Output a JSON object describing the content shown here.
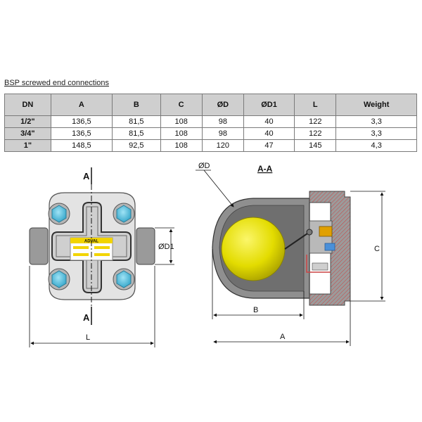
{
  "caption": "BSP screwed end connections",
  "table": {
    "headers": [
      "DN",
      "A",
      "B",
      "C",
      "ØD",
      "ØD1",
      "L",
      "Weight"
    ],
    "rows": [
      [
        "1/2\"",
        "136,5",
        "81,5",
        "108",
        "98",
        "40",
        "122",
        "3,3"
      ],
      [
        "3/4\"",
        "136,5",
        "81,5",
        "108",
        "98",
        "40",
        "122",
        "3,3"
      ],
      [
        "1\"",
        "148,5",
        "92,5",
        "108",
        "120",
        "47",
        "145",
        "4,3"
      ]
    ]
  },
  "drawing_left": {
    "section_mark_top": "A",
    "section_mark_bottom": "A",
    "dim_d1": "ØD1",
    "dim_l": "L",
    "brand_text": "ADVAL"
  },
  "drawing_right": {
    "section_title": "A-A",
    "dim_d": "ØD",
    "dim_b": "B",
    "dim_a": "A",
    "dim_c": "C"
  },
  "colors": {
    "header_bg": "#cfcfcf",
    "body_grey": "#8f8f8f",
    "bolt_blue": "#5bc0de",
    "float_yellow": "#e8e000",
    "label_yellow": "#f2d400"
  }
}
